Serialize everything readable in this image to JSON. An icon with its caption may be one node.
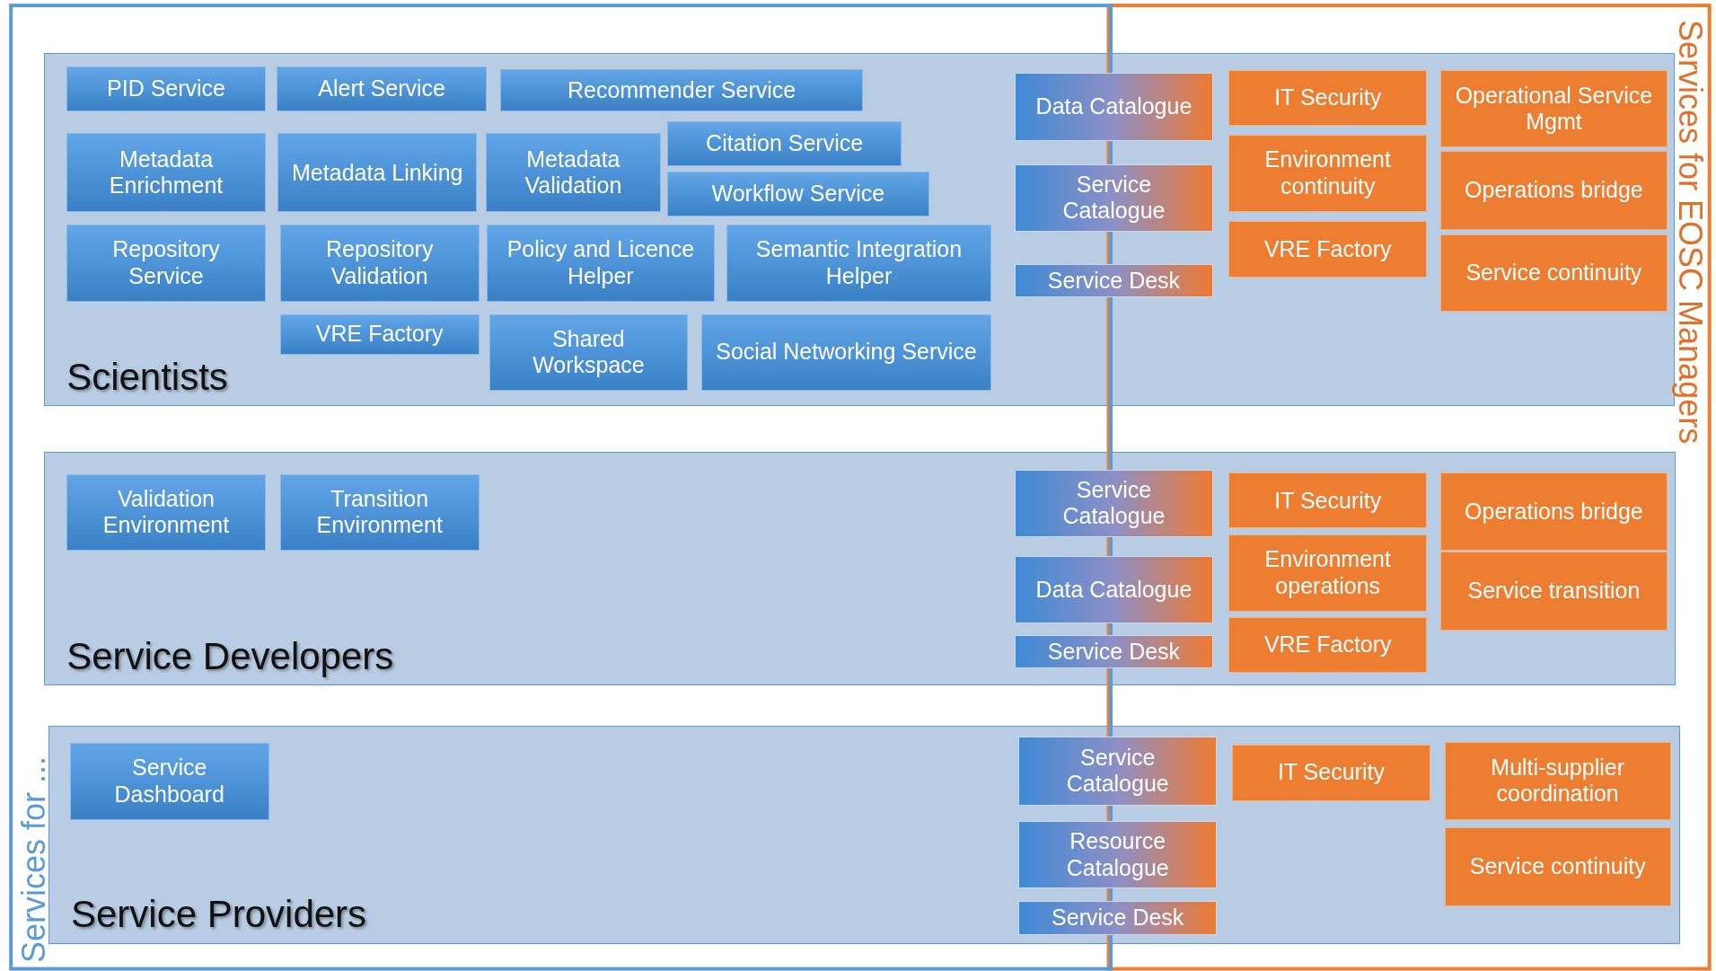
{
  "diagram": {
    "nodes": [
      {
        "text": [
          "Scientists"
        ]
      },
      {
        "text": [
          "PID Service"
        ],
        "in": 0
      },
      {
        "text": [
          "Alert Service"
        ],
        "in": 0
      },
      {
        "text": [
          "Recommender Service"
        ],
        "in": 0
      },
      {
        "text": [
          "Metadata Enrichment"
        ],
        "in": 0
      },
      {
        "text": [
          "Metadata Linking"
        ],
        "in": 0
      },
      {
        "text": [
          "Metadata Validation"
        ],
        "in": 0
      },
      {
        "text": [
          "Citation Service"
        ],
        "in": 0
      },
      {
        "text": [
          "Workflow Service"
        ],
        "in": 0
      },
      {
        "text": [
          "Repository Service"
        ],
        "in": 0
      },
      {
        "text": [
          "Repository Validation"
        ],
        "in": 0
      },
      {
        "text": [
          "Policy and Licence Helper"
        ],
        "in": 0
      },
      {
        "text": [
          "Semantic Integration Helper"
        ],
        "in": 0
      },
      {
        "text": [
          "VRE Factory"
        ],
        "in": 0
      },
      {
        "text": [
          "Shared Workspace"
        ],
        "in": 0
      },
      {
        "text": [
          "Social Networking Service"
        ],
        "in": 0
      },
      {
        "text": [
          "Data Catalogue"
        ],
        "in": 0
      },
      {
        "text": [
          "Service Catalogue"
        ],
        "in": 0
      },
      {
        "text": [
          "Service Desk"
        ],
        "in": 0
      },
      {
        "text": [
          "IT Security"
        ],
        "in": 0
      },
      {
        "text": [
          "Environment continuity"
        ],
        "in": 0
      },
      {
        "text": [
          "VRE Factory"
        ],
        "in": 0
      },
      {
        "text": [
          "Operational Service Mgmt"
        ],
        "in": 0
      },
      {
        "text": [
          "Operations bridge"
        ],
        "in": 0
      },
      {
        "text": [
          "Service continuity"
        ],
        "in": 0
      },
      {
        "text": [
          "Service Developers"
        ]
      },
      {
        "text": [
          "Validation Environment"
        ],
        "in": 25
      },
      {
        "text": [
          "Transition Environment"
        ],
        "in": 25
      },
      {
        "text": [
          "Service Catalogue"
        ],
        "in": 25
      },
      {
        "text": [
          "Data Catalogue"
        ],
        "in": 25
      },
      {
        "text": [
          "Service Desk"
        ],
        "in": 25
      },
      {
        "text": [
          "IT Security"
        ],
        "in": 25
      },
      {
        "text": [
          "Environment operations"
        ],
        "in": 25
      },
      {
        "text": [
          "VRE Factory"
        ],
        "in": 25
      },
      {
        "text": [
          "Operations bridge"
        ],
        "in": 25
      },
      {
        "text": [
          "Service transition"
        ],
        "in": 25
      },
      {
        "text": [
          "Service Providers"
        ]
      },
      {
        "text": [
          "Service Dashboard"
        ],
        "in": 36
      },
      {
        "text": [
          "Service Catalogue"
        ],
        "in": 36
      },
      {
        "text": [
          "Resource Catalogue"
        ],
        "in": 36
      },
      {
        "text": [
          "Service Desk"
        ],
        "in": 36
      },
      {
        "text": [
          "IT Security"
        ],
        "in": 36
      },
      {
        "text": [
          "Multi-supplier coordination"
        ],
        "in": 36
      },
      {
        "text": [
          "Service continuity"
        ],
        "in": 36
      }
    ],
    "labels": [
      "Services for EOSC Managers",
      "Services for ..."
    ]
  }
}
